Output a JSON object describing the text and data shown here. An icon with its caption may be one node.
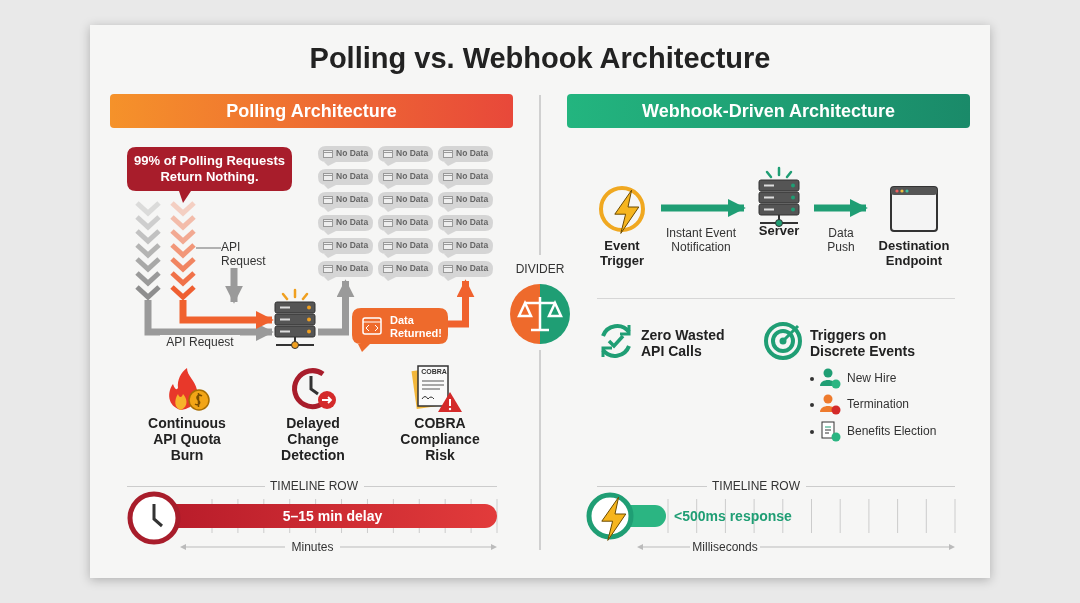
{
  "diagram": {
    "title": "Polling vs. Webhook Architecture",
    "nodes": [
      {
        "text": [
          "Polling Architecture"
        ]
      },
      {
        "text": [
          "99% of Polling Requests Return Nothing."
        ]
      },
      {
        "text": [],
        "shape": "chevrons"
      },
      {
        "text": [],
        "shape": "chevrons"
      },
      {
        "text": [
          "API Request"
        ]
      },
      {
        "text": [],
        "shape": "server"
      },
      {
        "text": [
          "Data Returned!"
        ]
      },
      {
        "text": [
          "No Data"
        ]
      },
      {
        "text": [
          "No Data"
        ]
      },
      {
        "text": [
          "No Data"
        ]
      },
      {
        "text": [
          "No Data"
        ]
      },
      {
        "text": [
          "No Data"
        ]
      },
      {
        "text": [
          "No Data"
        ]
      },
      {
        "text": [
          "No Data"
        ]
      },
      {
        "text": [
          "No Data"
        ]
      },
      {
        "text": [
          "No Data"
        ]
      },
      {
        "text": [
          "No Data"
        ]
      },
      {
        "text": [
          "No Data"
        ]
      },
      {
        "text": [
          "No Data"
        ]
      },
      {
        "text": [
          "No Data"
        ]
      },
      {
        "text": [
          "No Data"
        ]
      },
      {
        "text": [
          "No Data"
        ]
      },
      {
        "text": [
          "No Data"
        ]
      },
      {
        "text": [
          "No Data"
        ]
      },
      {
        "text": [
          "No Data"
        ]
      },
      {
        "text": [
          "DIVIDER"
        ]
      },
      {
        "text": [
          "Webhook-Driven Architecture"
        ]
      },
      {
        "text": [
          "Event Trigger"
        ]
      },
      {
        "text": [
          "Server"
        ]
      },
      {
        "text": [
          "Destination Endpoint"
        ]
      }
    ],
    "edges": [
      {
        "from": 2,
        "to": 5,
        "arrow": "to",
        "label": "API Request"
      },
      {
        "from": 3,
        "to": 5,
        "arrow": "to",
        "color": "#f0622e"
      },
      {
        "from": 4,
        "to": null,
        "arrow": "to"
      },
      {
        "from": 4,
        "to": 3,
        "arrow": "none"
      },
      {
        "from": 5,
        "to": 22,
        "arrow": "to"
      },
      {
        "from": 6,
        "to": 24,
        "arrow": "to",
        "color": "#f0622e"
      },
      {
        "from": 27,
        "to": 28,
        "arrow": "to",
        "label": "Instant Event Notification",
        "color": "#1f9e74"
      },
      {
        "from": 28,
        "to": 29,
        "arrow": "to",
        "label": "Data Push",
        "color": "#1f9e74"
      }
    ],
    "labels": [
      "COBRA",
      "Continuous API Quota Burn",
      "Delayed Change Detection",
      "COBRA Compliance Risk",
      "TIMELINE ROW",
      "5–15 min delay",
      "Minutes",
      "Zero Wasted API Calls",
      "Triggers on Discrete Events",
      "New Hire",
      "Termination",
      "Benefits Election",
      "TIMELINE ROW",
      "<500ms response",
      "Milliseconds"
    ]
  }
}
